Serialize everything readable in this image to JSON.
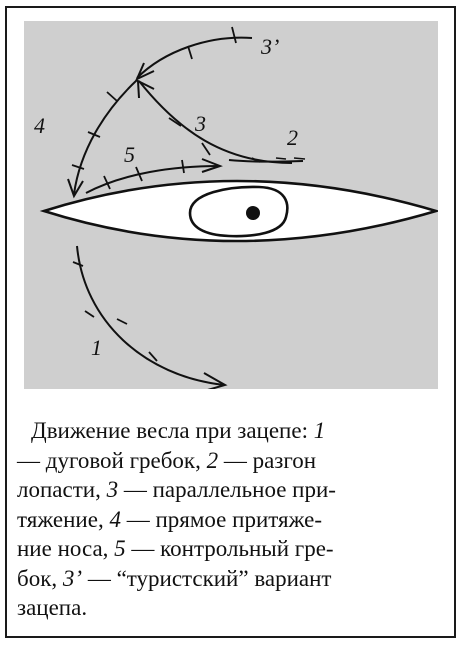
{
  "figure": {
    "labels": {
      "l1": "1",
      "l2": "2",
      "l3": "3",
      "l3p": "3’",
      "l4": "4",
      "l5": "5"
    }
  },
  "caption": {
    "line1": "Движение весла при зацепе: ",
    "n1": "1",
    "line2a": "— дуговой гребок, ",
    "n2": "2",
    "line2b": " — разгон",
    "line3a": "лопасти, ",
    "n3": "3",
    "line3b": " — параллельное при-",
    "line4a": "тяжение, ",
    "n4": "4",
    "line4b": " — прямое притяже-",
    "line5a": "ние носа, ",
    "n5": "5",
    "line5b": " — контрольный гре-",
    "line6a": "бок, ",
    "n3p": "3’",
    "line6b": " — “туристский” вариант",
    "line7": "зацепа."
  }
}
